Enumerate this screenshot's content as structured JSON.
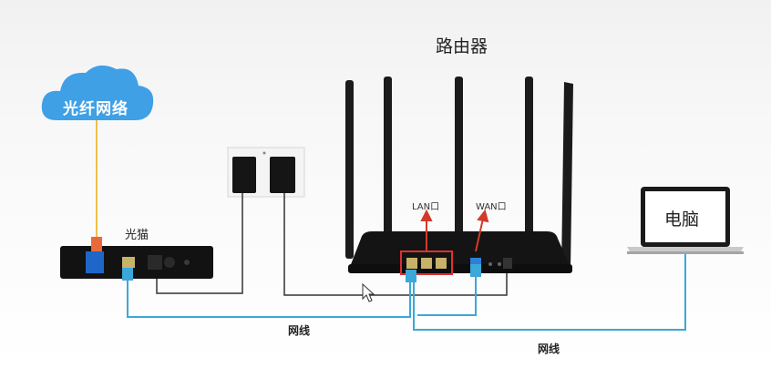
{
  "title": "路由器",
  "cloud": {
    "label": "光纤网络",
    "color": "#3fa0e6"
  },
  "modem": {
    "label": "光猫"
  },
  "router": {
    "lan_label": "LAN口",
    "wan_label": "WAN口"
  },
  "computer": {
    "label": "电脑"
  },
  "cables": {
    "cable1_label": "网线",
    "cable2_label": "网线",
    "color": "#3aa8d8"
  },
  "colors": {
    "fiber": "#f0c04a",
    "lan_highlight": "#e03030",
    "arrow": "#d23a2a"
  }
}
